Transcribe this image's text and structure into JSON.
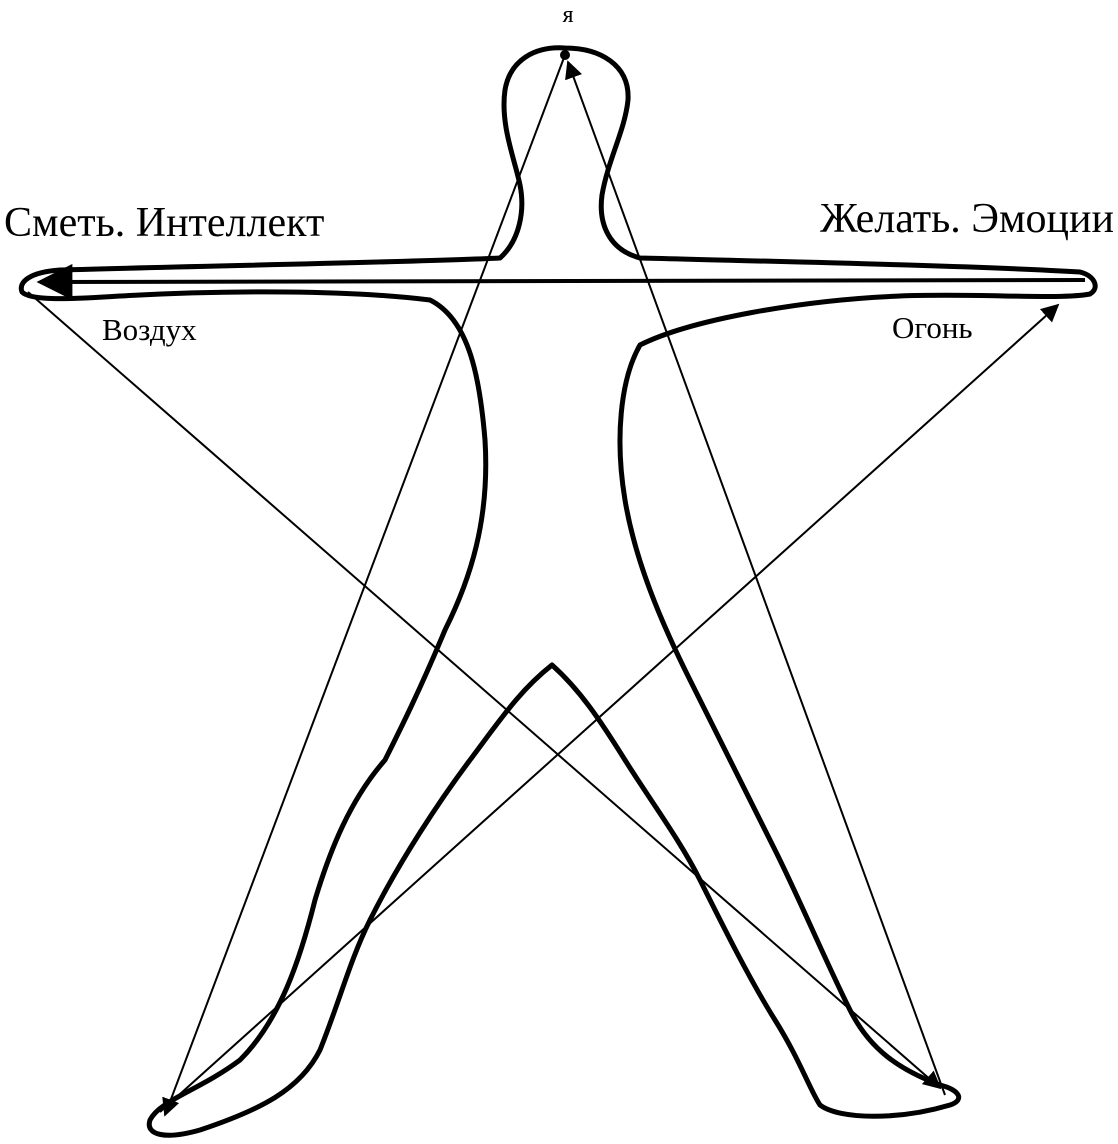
{
  "labels": {
    "top": "я",
    "left": "Сметь. Интеллект",
    "right": "Желать. Эмоции",
    "left_element": "Воздух",
    "right_element": "Огонь"
  },
  "colors": {
    "ink": "#000000",
    "background": "#ffffff"
  }
}
